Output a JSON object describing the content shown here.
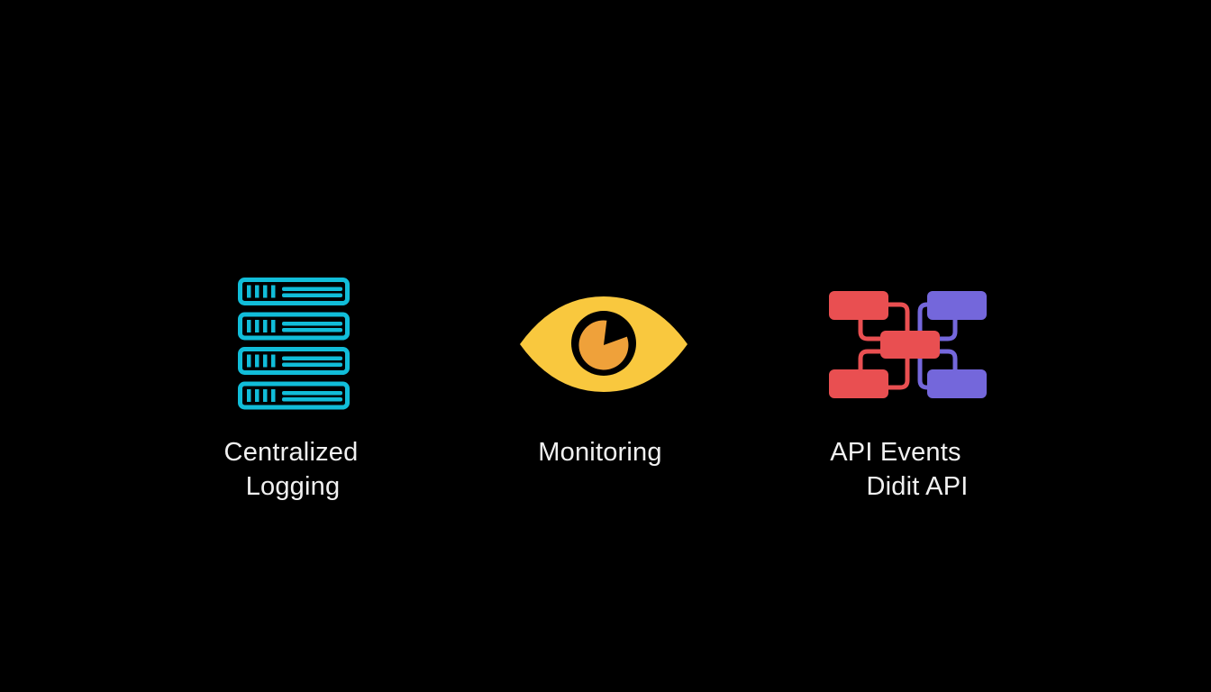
{
  "slide": {
    "background": "#000000",
    "text_color": "#F1F1F1"
  },
  "colors": {
    "cyan": "#11BDD9",
    "yellow": "#F9C83E",
    "orange": "#EFA13A",
    "red": "#E94F51",
    "purple": "#7467DB",
    "black": "#000000"
  },
  "features": [
    {
      "icon": "server-stack-icon",
      "lines": [
        "Centralized",
        "Logging"
      ]
    },
    {
      "icon": "eye-icon",
      "lines": [
        "Monitoring"
      ]
    },
    {
      "icon": "flowchart-icon",
      "lines": [
        "API Events",
        "Didit API"
      ]
    }
  ]
}
